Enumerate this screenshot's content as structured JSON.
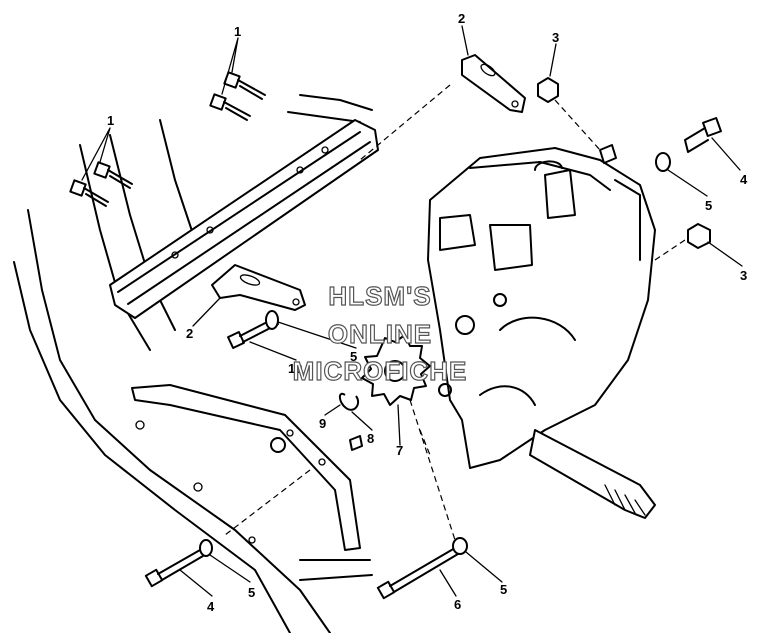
{
  "callouts": [
    "1",
    "1",
    "2",
    "3",
    "4",
    "5",
    "3",
    "2",
    "5",
    "10",
    "9",
    "8",
    "7",
    "5",
    "4",
    "6",
    "5"
  ],
  "watermark": [
    "HLSM'S",
    "ONLINE",
    "MICROFICHE"
  ]
}
